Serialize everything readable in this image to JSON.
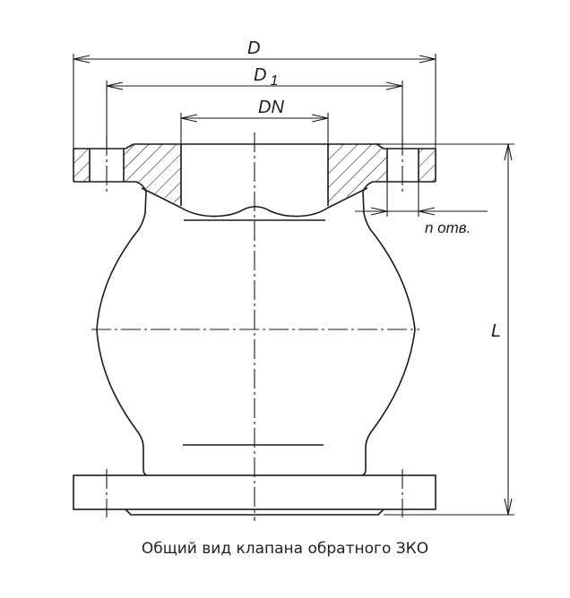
{
  "diagram": {
    "type": "technical-drawing",
    "subject": "check valve general view",
    "dimensions": {
      "outer_diameter": "D",
      "bolt_circle_diameter": "D",
      "bolt_circle_subscript": "1",
      "nominal_diameter": "DN",
      "holes": "n отв.",
      "length": "L"
    },
    "colors": {
      "line": "#1a1a1a",
      "background": "#ffffff"
    }
  },
  "caption": "Общий вид клапана обратного ЗКО"
}
